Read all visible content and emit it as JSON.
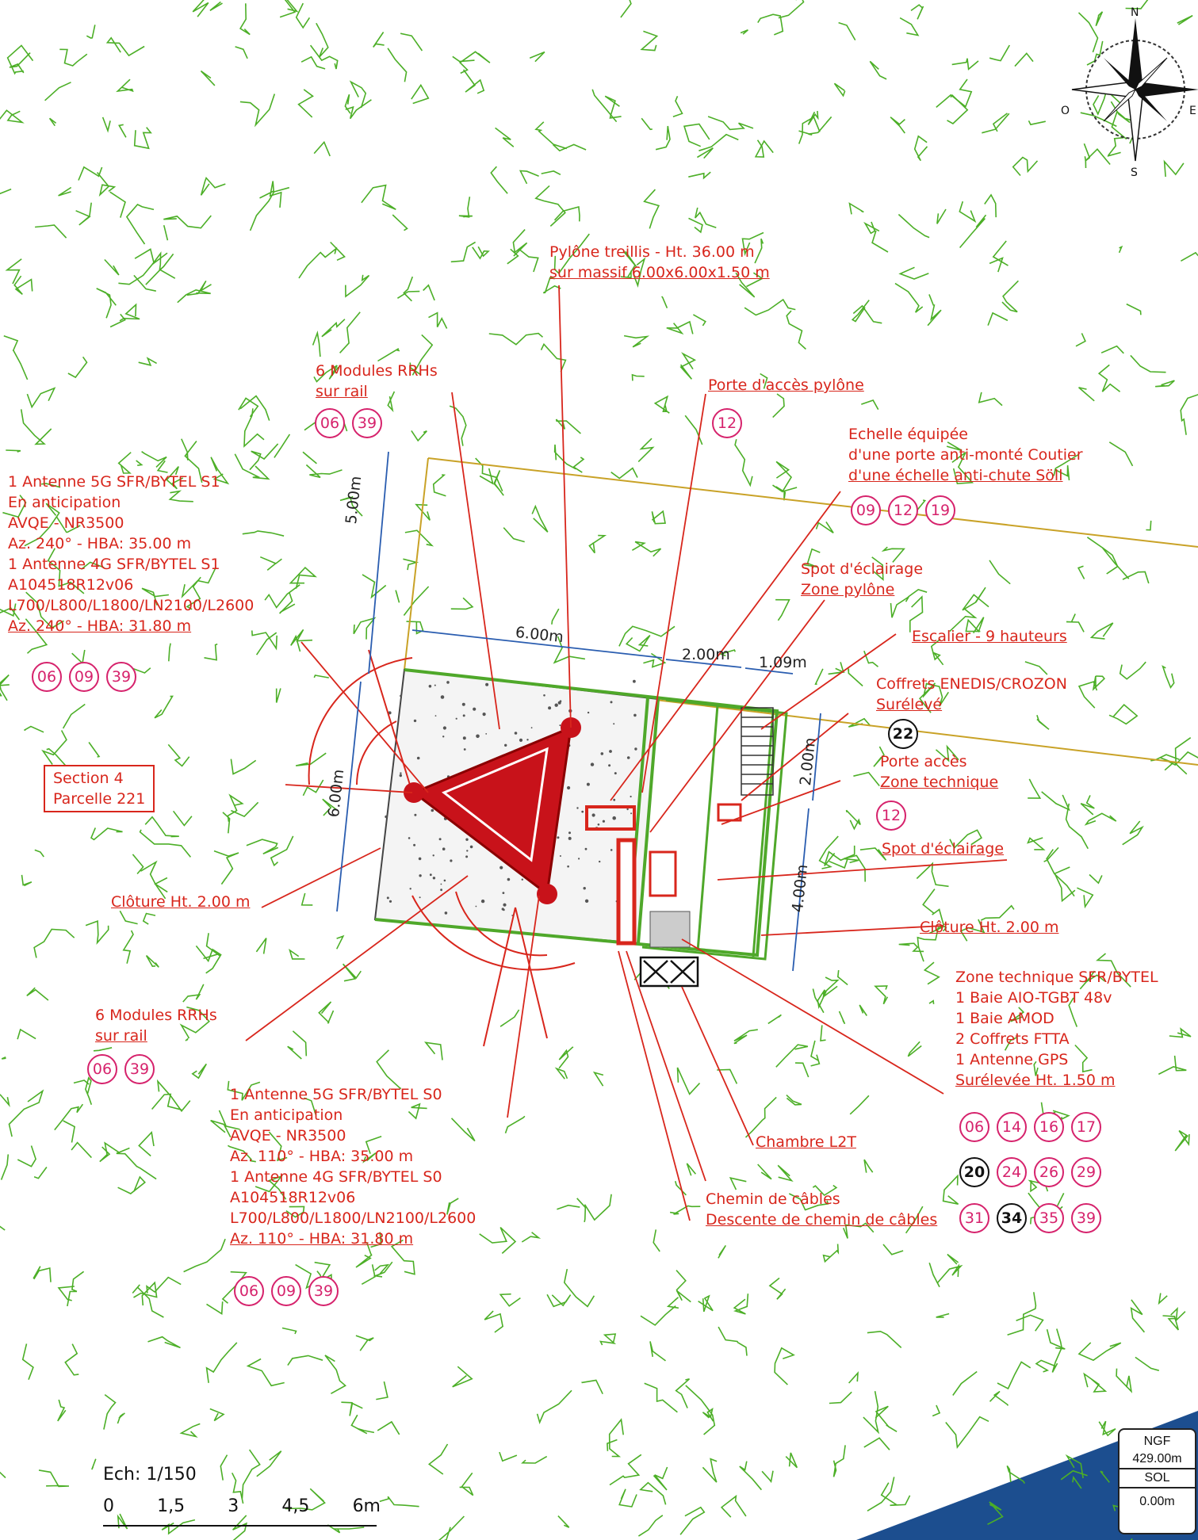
{
  "compass": {
    "n": "N",
    "s": "S",
    "o": "O",
    "e": "E"
  },
  "labels": {
    "pylone": {
      "l1": "Pylône treillis - Ht. 36.00 m",
      "l2": "sur massif 6.00x6.00x1.50 m"
    },
    "rrh_top": {
      "l1": "6 Modules RRHs",
      "l2": "sur rail"
    },
    "porte_pylone": "Porte d'accès pylône",
    "echelle": {
      "l1": "Echelle équipée",
      "l2": "d'une porte anti-monté Coutier",
      "l3": "d'une échelle anti-chute Söll"
    },
    "antenne_s1": {
      "l1": "1 Antenne 5G SFR/BYTEL S1",
      "l2": "En anticipation",
      "l3": "AVQE - NR3500",
      "l4": "Az. 240° - HBA: 35.00 m",
      "l5": "1 Antenne 4G SFR/BYTEL S1",
      "l6": "A104518R12v06",
      "l7": "L700/L800/L1800/LN2100/L2600",
      "l8": "Az. 240° - HBA: 31.80 m"
    },
    "spot_pylone": {
      "l1": "Spot d'éclairage",
      "l2": "Zone pylône"
    },
    "escalier": "Escalier - 9 hauteurs",
    "coffrets": {
      "l1": "Coffrets ENEDIS/CROZON",
      "l2": "Surélevé"
    },
    "porte_tech": {
      "l1": "Porte accès",
      "l2": "Zone technique"
    },
    "spot_eclairage": "Spot d'éclairage",
    "section": {
      "l1": "Section 4",
      "l2": "Parcelle 221"
    },
    "cloture_left": "Clôture Ht. 2.00 m",
    "cloture_right": "Clôture Ht. 2.00 m",
    "zone_tech": {
      "l1": "Zone technique SFR/BYTEL",
      "l2": "1 Baie AIO-TGBT 48v",
      "l3": "1 Baie AMOD",
      "l4": "2 Coffrets FTTA",
      "l5": "1 Antenne GPS",
      "l6": "Surélevée Ht. 1.50 m"
    },
    "rrh_bottom": {
      "l1": "6 Modules RRHs",
      "l2": "sur rail"
    },
    "antenne_s0": {
      "l1": "1 Antenne 5G SFR/BYTEL S0",
      "l2": "En anticipation",
      "l3": "AVQE - NR3500",
      "l4": "Az. 110° - HBA: 35.00 m",
      "l5": "1 Antenne 4G SFR/BYTEL S0",
      "l6": "A104518R12v06",
      "l7": "L700/L800/L1800/LN2100/L2600",
      "l8": "Az. 110° - HBA: 31.80 m"
    },
    "chambre": "Chambre L2T",
    "chemin": {
      "l1": "Chemin de câbles",
      "l2": "Descente de chemin de câbles"
    }
  },
  "badges": {
    "rrh_top": [
      "06",
      "39"
    ],
    "porte_pylone": [
      "12"
    ],
    "echelle": [
      "09",
      "12",
      "19"
    ],
    "antenne_s1": [
      "06",
      "09",
      "39"
    ],
    "coffrets": [
      "22"
    ],
    "porte_tech": [
      "12"
    ],
    "rrh_bottom": [
      "06",
      "39"
    ],
    "antenne_s0": [
      "06",
      "09",
      "39"
    ],
    "zone_tech_r1": [
      "06",
      "14",
      "16",
      "17"
    ],
    "zone_tech_r2": [
      "20",
      "24",
      "26",
      "29"
    ],
    "zone_tech_r3": [
      "31",
      "34",
      "35",
      "39"
    ]
  },
  "dark_badges": [
    "22",
    "20",
    "34"
  ],
  "dimensions": {
    "d1": "5.00m",
    "d2": "6.00m",
    "d3": "2.00m",
    "d4": "1.09m",
    "d5": "6.00m",
    "d6": "2.00m",
    "d7": "4.00m"
  },
  "scale": {
    "title": "Ech: 1/150",
    "ticks": [
      "0",
      "1,5",
      "3",
      "4,5",
      "6m"
    ]
  },
  "ngf": {
    "l1": "NGF",
    "l2": "429.00m",
    "l3": "SOL",
    "l4": "0.00m"
  },
  "colors": {
    "vegetation": "#4caf27",
    "annotation": "#d8261c",
    "badge": "#d6226c",
    "dimension": "#2a5db0",
    "parcel": "#c9a227",
    "water": "#1c4e8f"
  }
}
